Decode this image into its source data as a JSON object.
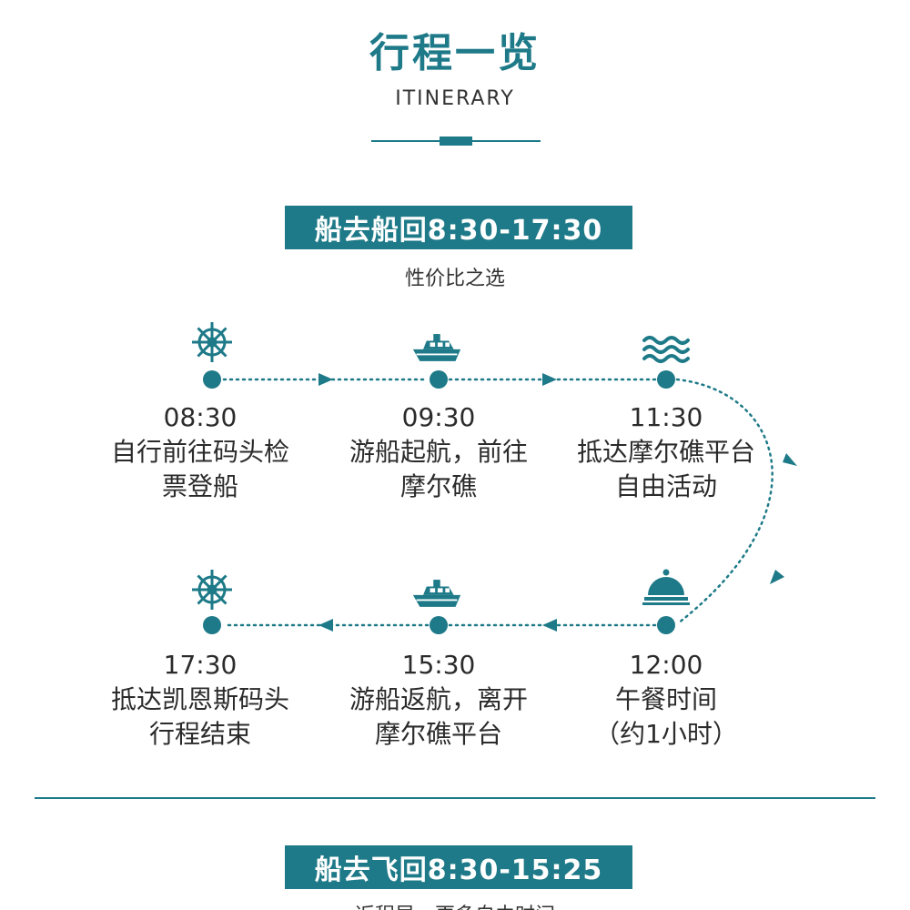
{
  "header": {
    "title": "行程一览",
    "subtitle": "ITINERARY"
  },
  "route_1": {
    "banner": "船去船回8:30-17:30",
    "tagline": "性价比之选",
    "stops": [
      {
        "icon": "ship-wheel-icon",
        "time": "08:30",
        "line1": "自行前往码头检",
        "line2": "票登船"
      },
      {
        "icon": "boat-icon",
        "time": "09:30",
        "line1": "游船起航，前往",
        "line2": "摩尔礁"
      },
      {
        "icon": "waves-icon",
        "time": "11:30",
        "line1": "抵达摩尔礁平台",
        "line2": "自由活动"
      },
      {
        "icon": "cloche-icon",
        "time": "12:00",
        "line1": "午餐时间",
        "line2": "（约1小时）"
      },
      {
        "icon": "boat-icon",
        "time": "15:30",
        "line1": "游船返航，离开",
        "line2": "摩尔礁平台"
      },
      {
        "icon": "ship-wheel-icon",
        "time": "17:30",
        "line1": "抵达凯恩斯码头",
        "line2": "行程结束"
      }
    ]
  },
  "route_2": {
    "banner": "船去飞回8:30-15:25",
    "tagline": "返程早，更多自由时间"
  },
  "colors": {
    "accent": "#1e7a88",
    "text": "#2b2b2b"
  }
}
